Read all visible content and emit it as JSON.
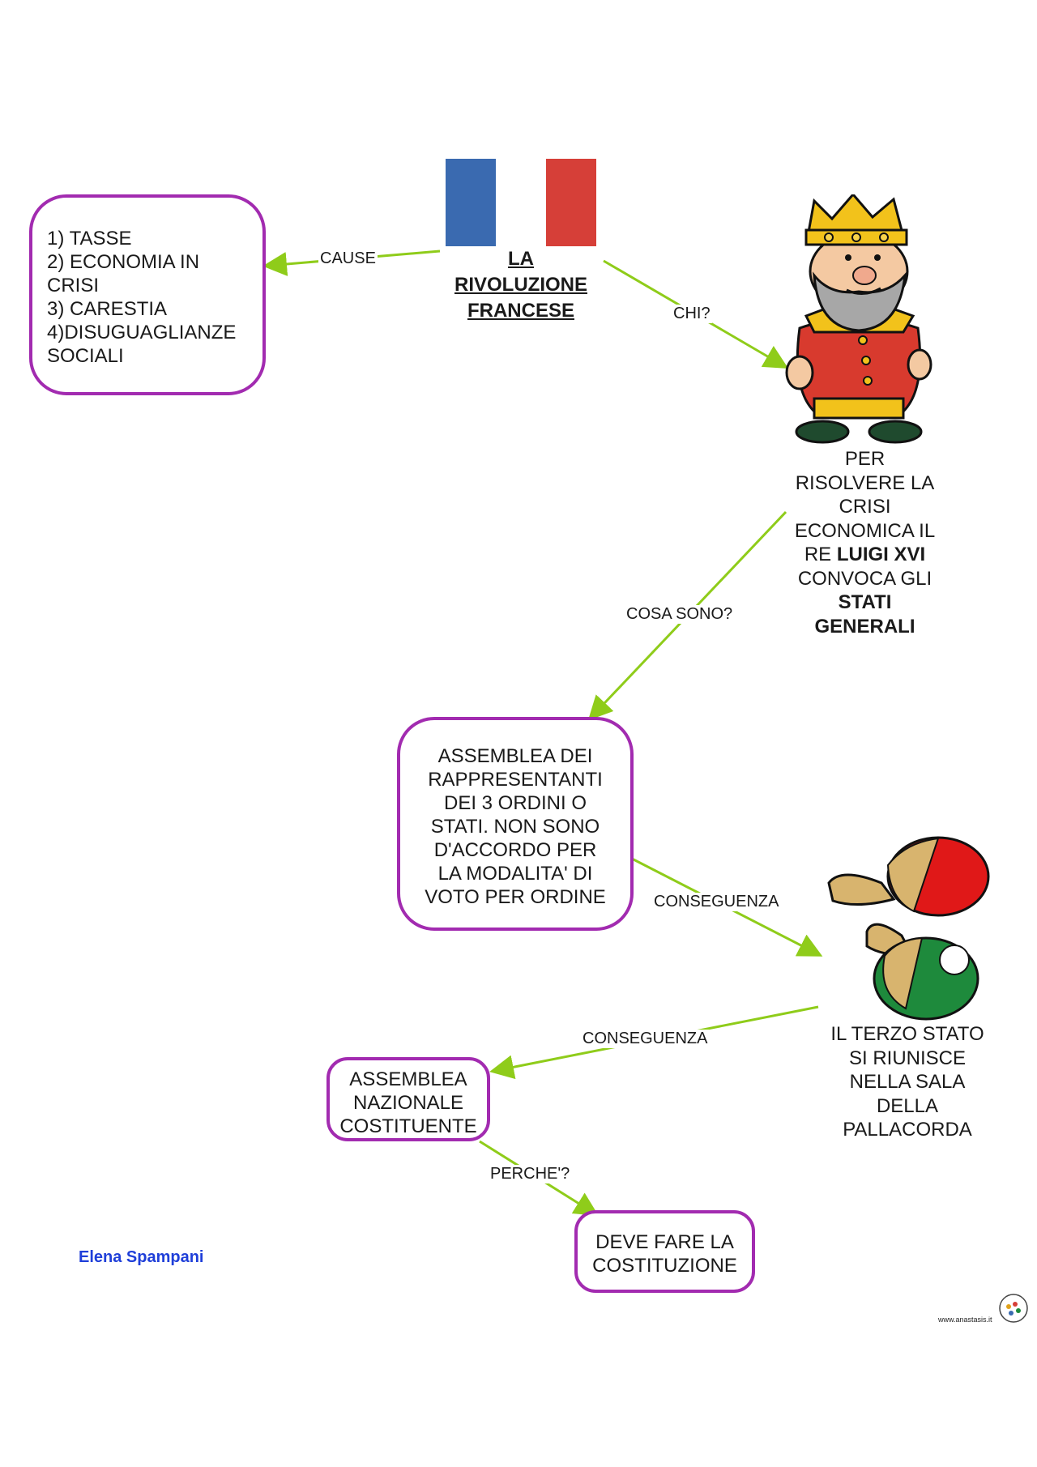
{
  "title": [
    "LA",
    "RIVOLUZIONE",
    "FRANCESE"
  ],
  "causes_box": [
    "1) TASSE",
    "2) ECONOMIA IN",
    "CRISI",
    "3) CARESTIA",
    "4)DISUGUAGLIANZE",
    "SOCIALI"
  ],
  "links": {
    "cause": "CAUSE",
    "chi": "CHI?",
    "cosa_sono": "COSA SONO?",
    "conseguenza_1": "CONSEGUENZA",
    "conseguenza_2": "CONSEGUENZA",
    "perche": "PERCHE'?"
  },
  "king_text": {
    "l1": "PER",
    "l2": "RISOLVERE LA",
    "l3": "CRISI",
    "l4": "ECONOMICA IL",
    "l5_prefix": "RE ",
    "l5_bold": "LUIGI XVI",
    "l6": "CONVOCA GLI",
    "l7": "STATI",
    "l8": "GENERALI"
  },
  "assembly_box": [
    "ASSEMBLEA DEI",
    "RAPPRESENTANTI",
    "DEI 3 ORDINI O",
    "STATI. NON SONO",
    "D'ACCORDO PER",
    "LA MODALITA' DI",
    "VOTO PER ORDINE"
  ],
  "third_estate_text": [
    "IL TERZO STATO",
    "SI RIUNISCE",
    "NELLA SALA",
    "DELLA",
    "PALLACORDA"
  ],
  "national_box": [
    "ASSEMBLEA",
    "NAZIONALE",
    "COSTITUENTE"
  ],
  "constitution_box": [
    "DEVE FARE LA",
    "COSTITUZIONE"
  ],
  "author": "Elena Spampani",
  "site": "www.anastasis.it",
  "icons": [
    "french-flag",
    "king-icon",
    "ping-pong-paddles-icon",
    "logo-badge-icon"
  ],
  "colors": {
    "box_border": "#a22bb0",
    "arrow": "#8fcc1a",
    "flag_blue": "#3a6ab0",
    "flag_red": "#d63f38",
    "author": "#1f3fd9"
  }
}
